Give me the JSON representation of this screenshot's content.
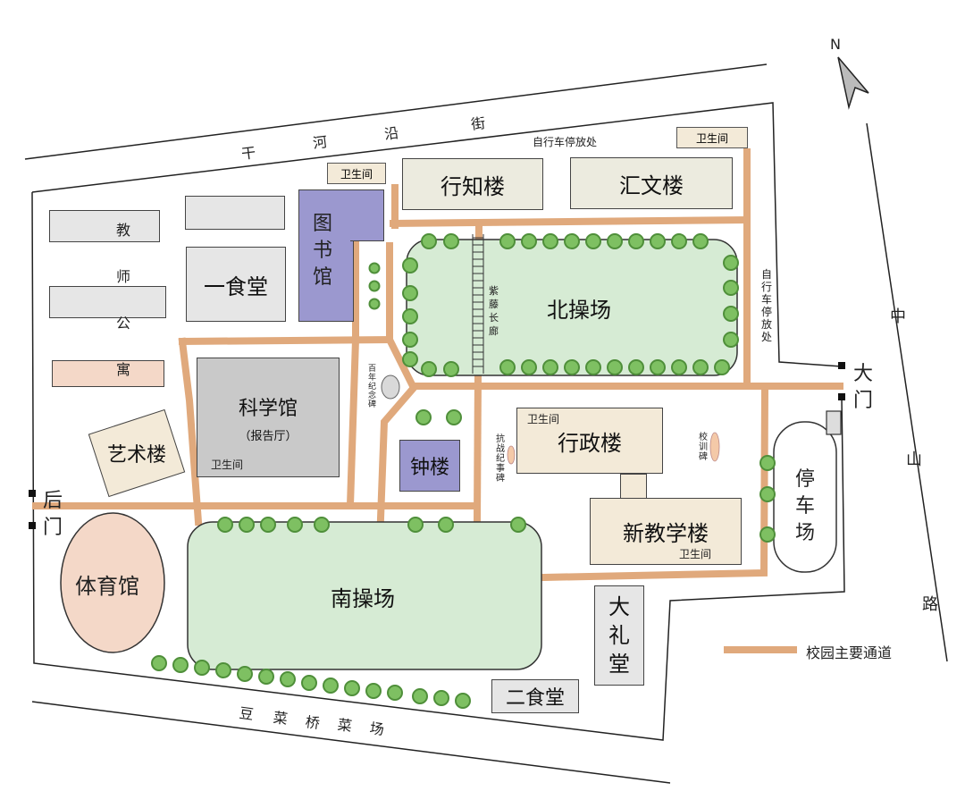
{
  "compass": {
    "north_label": "N"
  },
  "roads": {
    "north": [
      "干",
      "河",
      "沿",
      "街"
    ],
    "south": [
      "豆",
      "菜",
      "桥",
      "菜",
      "场"
    ],
    "east": [
      "中",
      "山",
      "路"
    ]
  },
  "gates": {
    "main": [
      "大",
      "门"
    ],
    "back": [
      "后",
      "门"
    ]
  },
  "buildings": {
    "xingzhi": "行知楼",
    "huiwen": "汇文楼",
    "library": [
      "图",
      "书",
      "馆"
    ],
    "canteen1": "一食堂",
    "teacher_apartment": [
      "教",
      "师",
      "公",
      "寓"
    ],
    "science_hall": "科学馆",
    "science_hall_sub": "（报告厅）",
    "art_building": "艺术楼",
    "bell_tower": "钟楼",
    "admin_building": "行政楼",
    "new_teaching": "新教学楼",
    "auditorium": [
      "大",
      "礼",
      "堂"
    ],
    "canteen2": "二食堂",
    "gym": "体育馆",
    "parking": [
      "停",
      "车",
      "场"
    ]
  },
  "fields": {
    "north": "北操场",
    "south": "南操场"
  },
  "toilets": {
    "t1": "卫生间",
    "t2": "卫生间",
    "t3": "卫生间",
    "t4": "卫生间",
    "t5": "卫生间"
  },
  "small_labels": {
    "bike_north": "自行车停放处",
    "bike_east": [
      "自",
      "行",
      "车",
      "停",
      "放",
      "处"
    ],
    "wisteria": [
      "紫",
      "藤",
      "长",
      "廊"
    ],
    "centennial": [
      "百",
      "年",
      "纪",
      "念",
      "碑"
    ],
    "war_monument": [
      "抗",
      "战",
      "纪",
      "事",
      "碑"
    ],
    "motto_stone": [
      "校",
      "训",
      "碑"
    ]
  },
  "legend": {
    "label": "校园主要通道",
    "color": "#e0a97c"
  },
  "colors": {
    "path": "#e0a97c",
    "field": "#d6ebd4",
    "tree": "#7ec062",
    "purple": "#9b98cf"
  }
}
